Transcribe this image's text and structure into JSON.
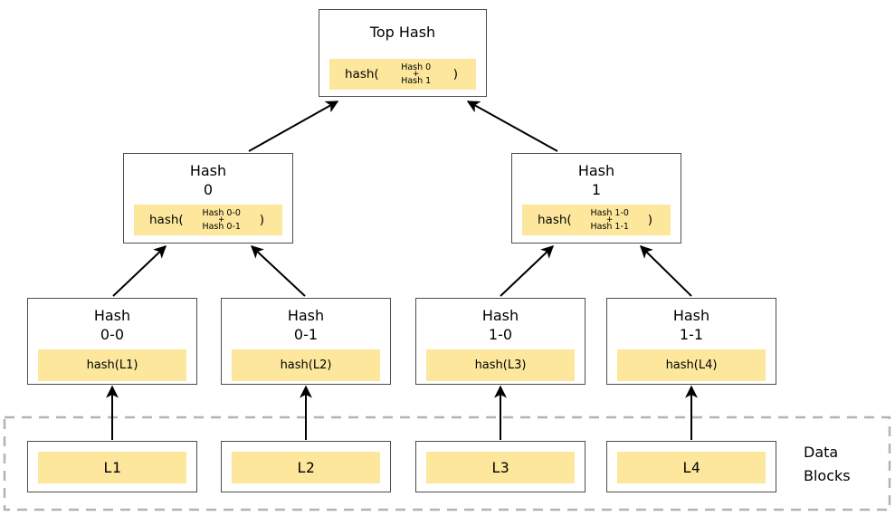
{
  "colors": {
    "highlight": "#FCE79C",
    "node_border": "#4D4D4D",
    "dashed_border": "#B3B3B3",
    "arrow": "#000000"
  },
  "top_node": {
    "title": "Top Hash",
    "hash_prefix": "hash(",
    "operand1": "Hash 0",
    "operator": "+",
    "operand2": "Hash 1",
    "hash_suffix": ")"
  },
  "mid_nodes": [
    {
      "title1": "Hash",
      "title2": "0",
      "hash_prefix": "hash(",
      "operand1": "Hash 0-0",
      "operator": "+",
      "operand2": "Hash 0-1",
      "hash_suffix": ")"
    },
    {
      "title1": "Hash",
      "title2": "1",
      "hash_prefix": "hash(",
      "operand1": "Hash 1-0",
      "operator": "+",
      "operand2": "Hash 1-1",
      "hash_suffix": ")"
    }
  ],
  "leaf_nodes": [
    {
      "title1": "Hash",
      "title2": "0-0",
      "formula": "hash(L1)"
    },
    {
      "title1": "Hash",
      "title2": "0-1",
      "formula": "hash(L2)"
    },
    {
      "title1": "Hash",
      "title2": "1-0",
      "formula": "hash(L3)"
    },
    {
      "title1": "Hash",
      "title2": "1-1",
      "formula": "hash(L4)"
    }
  ],
  "data_blocks": [
    {
      "label": "L1"
    },
    {
      "label": "L2"
    },
    {
      "label": "L3"
    },
    {
      "label": "L4"
    }
  ],
  "data_blocks_caption": {
    "line1": "Data",
    "line2": "Blocks"
  }
}
